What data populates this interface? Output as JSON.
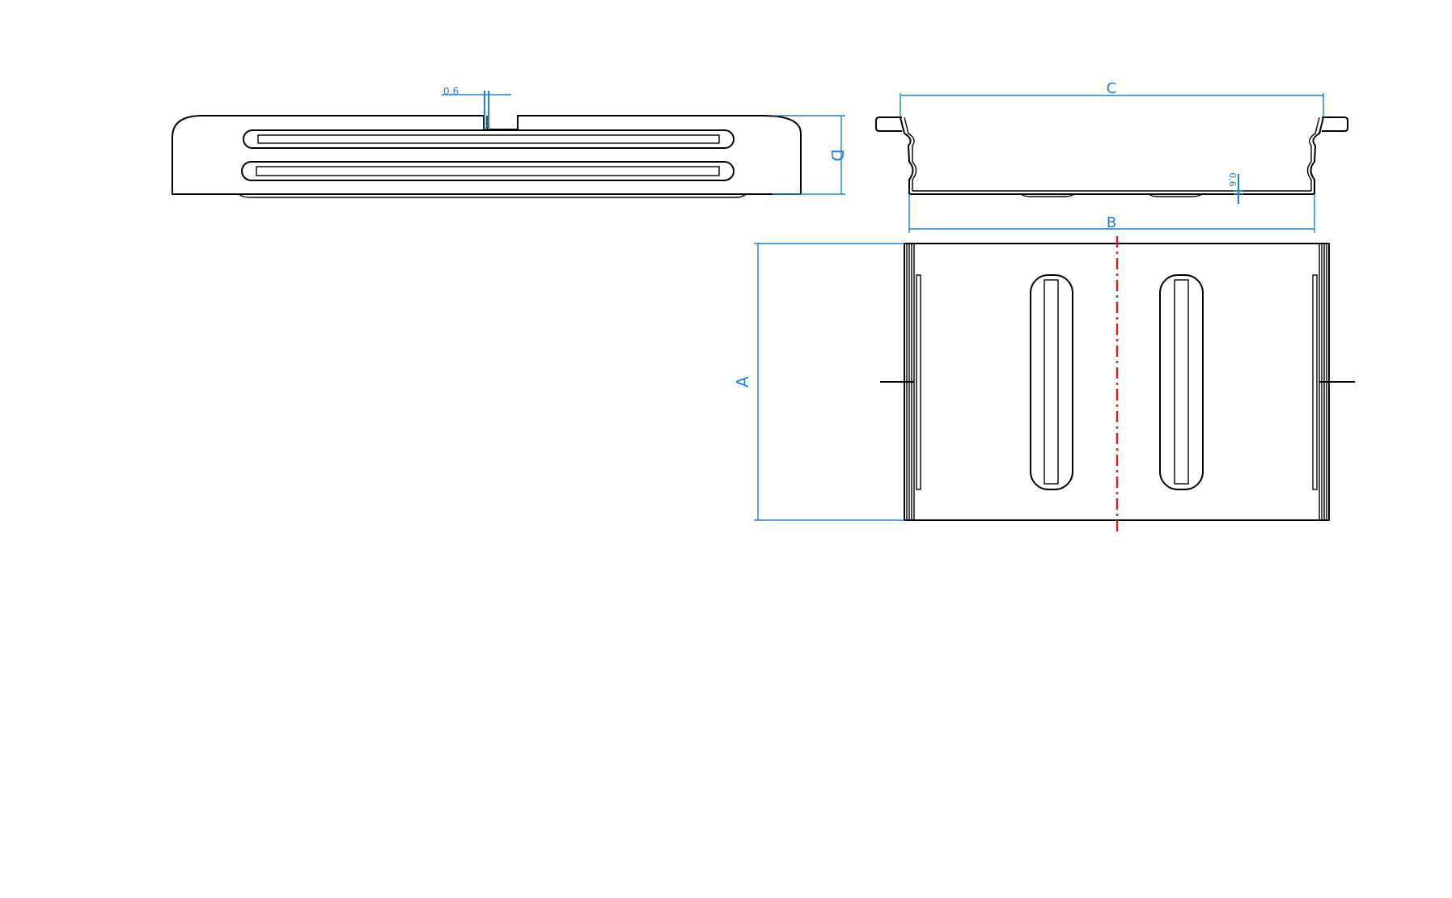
{
  "drawing": {
    "thickness_top": "0,6",
    "thickness_side": "0,6",
    "dimensions": {
      "a": "A",
      "b": "B",
      "c": "C",
      "d": "D"
    }
  },
  "colors": {
    "dimension": "#1f7fd6",
    "center_axis": "#d42020",
    "outline": "#000000"
  }
}
